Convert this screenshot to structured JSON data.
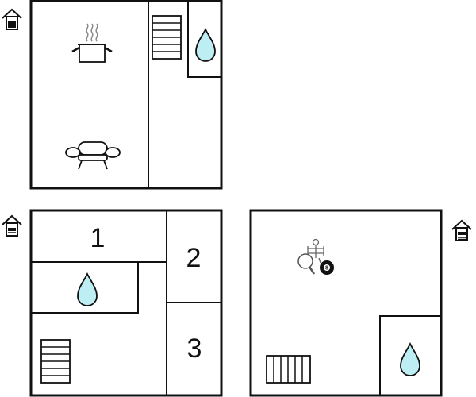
{
  "plans": {
    "top": {
      "level_icon": "house-level-icon-upper"
    },
    "bottom_left": {
      "level_icon": "house-level-icon-ground",
      "rooms": [
        {
          "number": "1"
        },
        {
          "number": "2"
        },
        {
          "number": "3"
        }
      ]
    },
    "bottom_right": {
      "level_icon": "house-level-icon-basement"
    }
  },
  "icons": {
    "stove": "cooking-pot-icon",
    "sofa": "armchair-icon",
    "stairs": "stairs-icon",
    "bathroom": "water-drop-icon",
    "table_football": "table-football-icon",
    "table_tennis": "table-tennis-icon",
    "billiards": "billiard-ball-icon",
    "billiard_ball_label": "8"
  },
  "colors": {
    "wall": "#111111",
    "water": "#bdeef3"
  }
}
